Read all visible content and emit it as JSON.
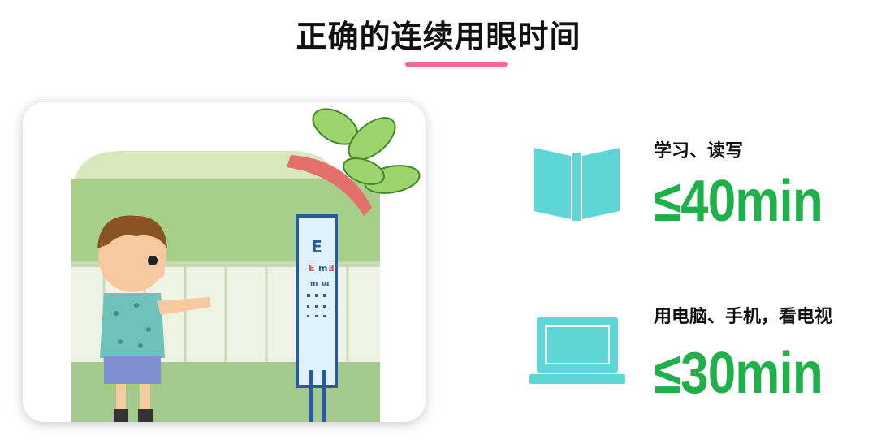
{
  "title": "正确的连续用眼时间",
  "colors": {
    "underline": "#ee6a96",
    "icon": "#5fd6d6",
    "value": "#1faf4b"
  },
  "illustration": {
    "chart_letters": [
      "E",
      "E",
      "m",
      "Ǝ",
      "m",
      "ɯ"
    ]
  },
  "items": [
    {
      "icon": "open-book-icon",
      "label": "学习、读写",
      "value": "≤40min"
    },
    {
      "icon": "laptop-icon",
      "label": "用电脑、手机，看电视",
      "value": "≤30min"
    }
  ]
}
